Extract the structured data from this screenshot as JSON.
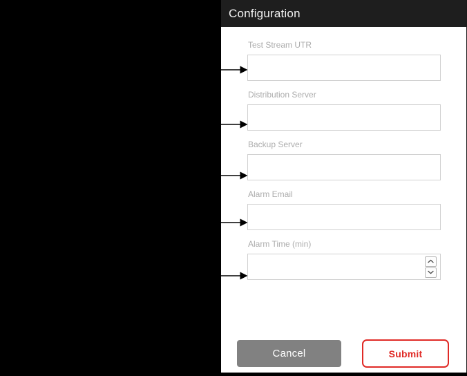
{
  "dialog": {
    "title": "Configuration",
    "header_bg": "#1e1e1e",
    "panel_bg": "#ffffff",
    "backdrop_color": "#000000"
  },
  "form": {
    "fields": [
      {
        "label": "Test Stream UTR",
        "value": "",
        "placeholder": "",
        "type": "text"
      },
      {
        "label": "Distribution Server",
        "value": "",
        "placeholder": "",
        "type": "text"
      },
      {
        "label": "Backup Server",
        "value": "",
        "placeholder": "",
        "type": "text"
      },
      {
        "label": "Alarm Email",
        "value": "",
        "placeholder": "",
        "type": "text"
      },
      {
        "label": "Alarm Time (min)",
        "value": "",
        "placeholder": "",
        "type": "number"
      }
    ]
  },
  "spinner": {
    "up_icon": "chevron-up-icon",
    "down_icon": "chevron-down-icon"
  },
  "actions": {
    "cancel_label": "Cancel",
    "submit_label": "Submit",
    "cancel_bg": "#818181",
    "submit_accent": "#e02a26"
  },
  "annotations": {
    "arrow_icon": "arrow-right-icon",
    "arrow_color": "#000000",
    "count": 5
  }
}
